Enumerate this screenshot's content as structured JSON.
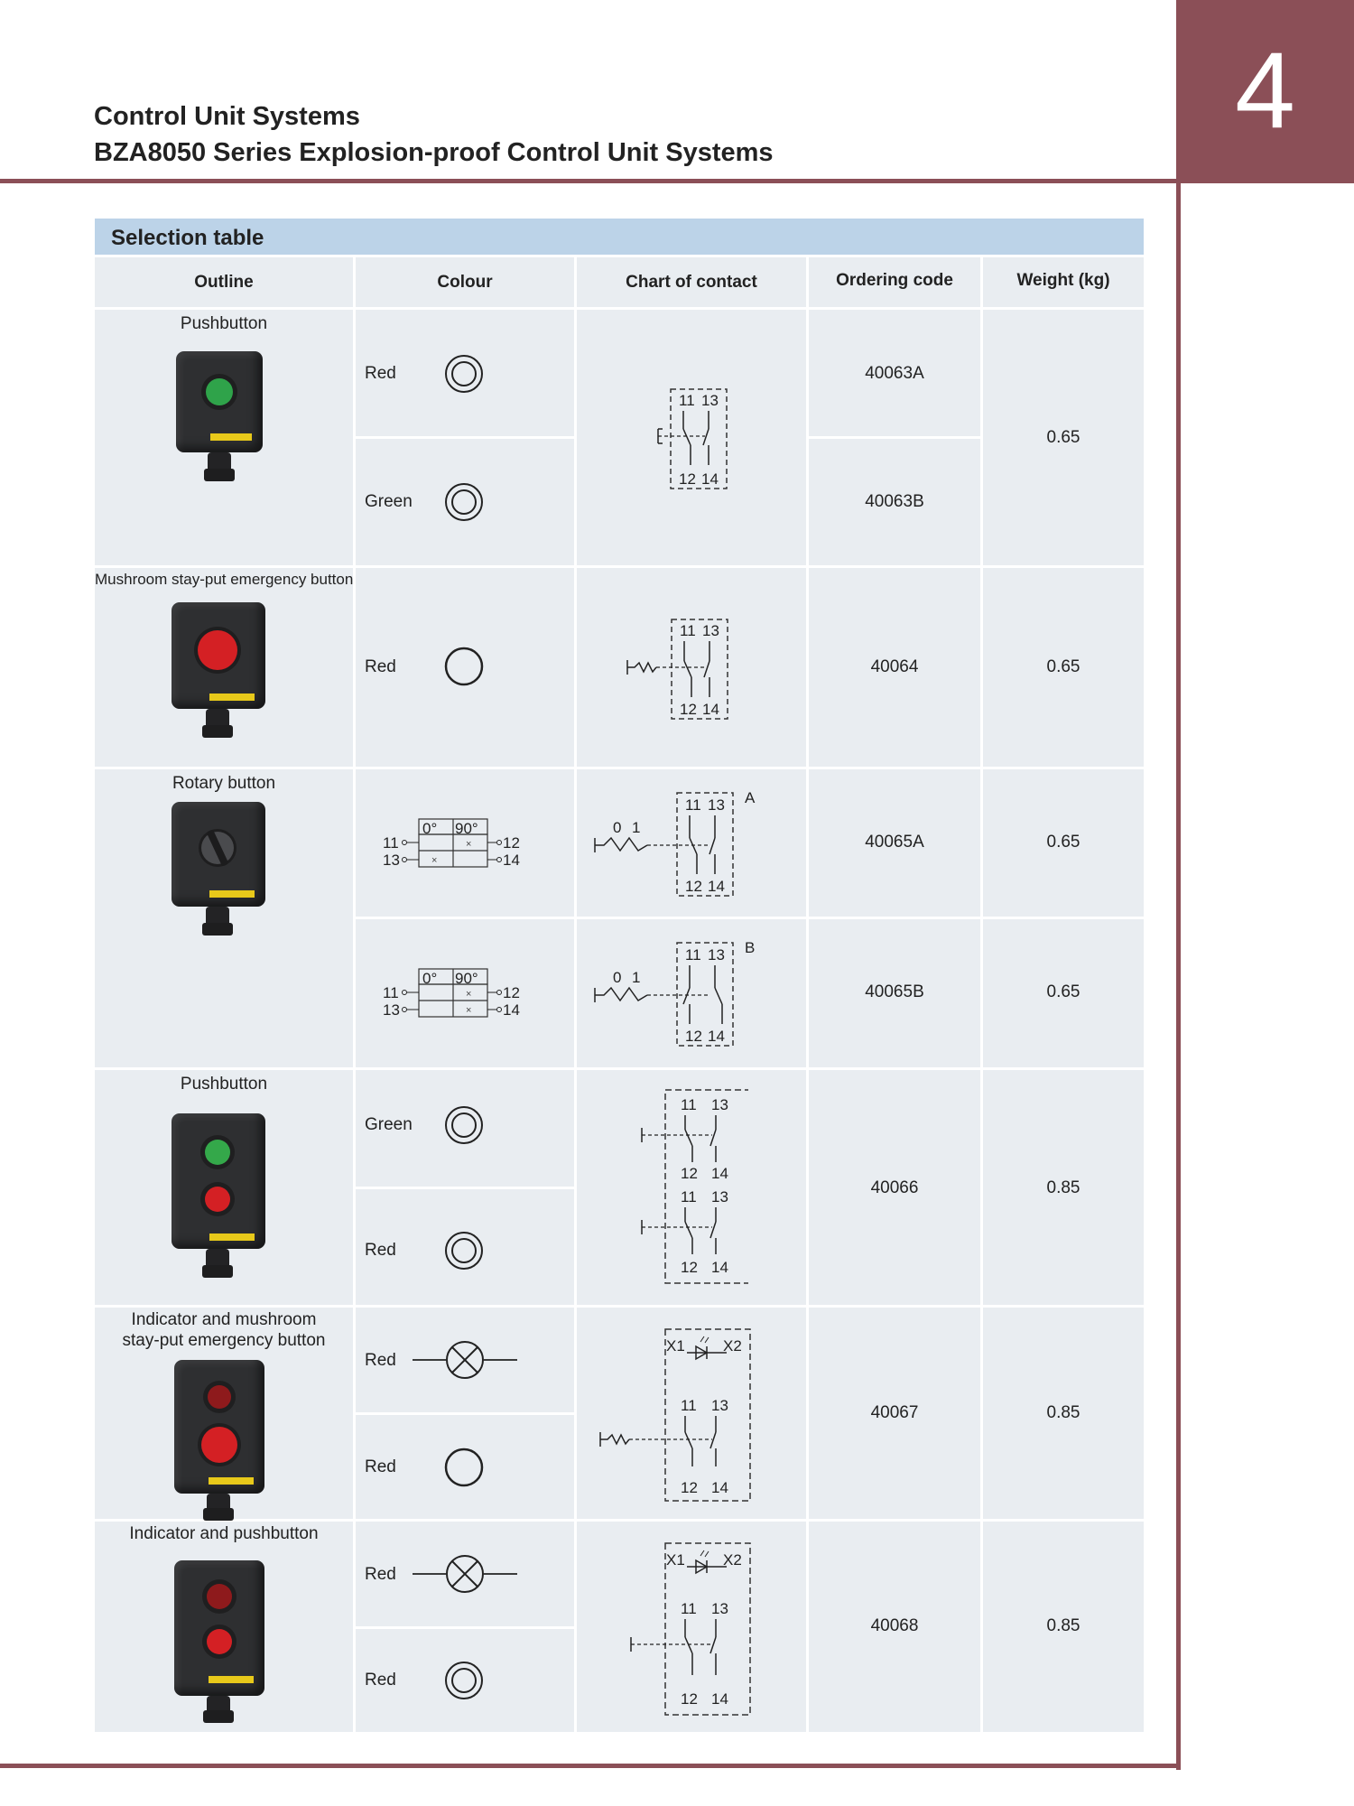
{
  "page_number": "4",
  "title_line1": "Control Unit Systems",
  "title_line2": "BZA8050 Series Explosion-proof Control Unit Systems",
  "section_title": "Selection table",
  "table": {
    "headers": [
      "Outline",
      "Colour",
      "Chart of contact",
      "Ordering code",
      "Weight (kg)"
    ],
    "rows": [
      {
        "outline": "Pushbutton",
        "colours": [
          "Red",
          "Green"
        ],
        "codes": [
          "40063A",
          "40063B"
        ],
        "weight": "0.65"
      },
      {
        "outline": "Mushroom stay-put emergency button",
        "colours": [
          "Red"
        ],
        "codes": [
          "40064"
        ],
        "weight": "0.65"
      },
      {
        "outline": "Rotary button",
        "codes": [
          "40065A",
          "40065B"
        ],
        "weights": [
          "0.65",
          "0.65"
        ],
        "rotary": {
          "angle0": "0°",
          "angle90": "90°",
          "t11": "11",
          "t13": "13",
          "t12": "12",
          "t14": "14",
          "x": "×"
        },
        "chart_labels": [
          "A",
          "B"
        ]
      },
      {
        "outline": "Pushbutton",
        "colours": [
          "Green",
          "Red"
        ],
        "codes": [
          "40066"
        ],
        "weight": "0.85"
      },
      {
        "outline_line1": "Indicator and mushroom",
        "outline_line2": "stay-put emergency button",
        "colours": [
          "Red",
          "Red"
        ],
        "codes": [
          "40067"
        ],
        "weight": "0.85"
      },
      {
        "outline": "Indicator and pushbutton",
        "colours": [
          "Red",
          "Red"
        ],
        "codes": [
          "40068"
        ],
        "weight": "0.85"
      }
    ]
  },
  "contact_labels": {
    "c11": "11",
    "c13": "13",
    "c12": "12",
    "c14": "14",
    "x1": "X1",
    "x2": "X2",
    "pos0": "0",
    "pos1": "1"
  },
  "colors": {
    "brand": "#8b4f57",
    "header_band": "#bcd3e8",
    "cell_bg": "#e9edf1"
  }
}
